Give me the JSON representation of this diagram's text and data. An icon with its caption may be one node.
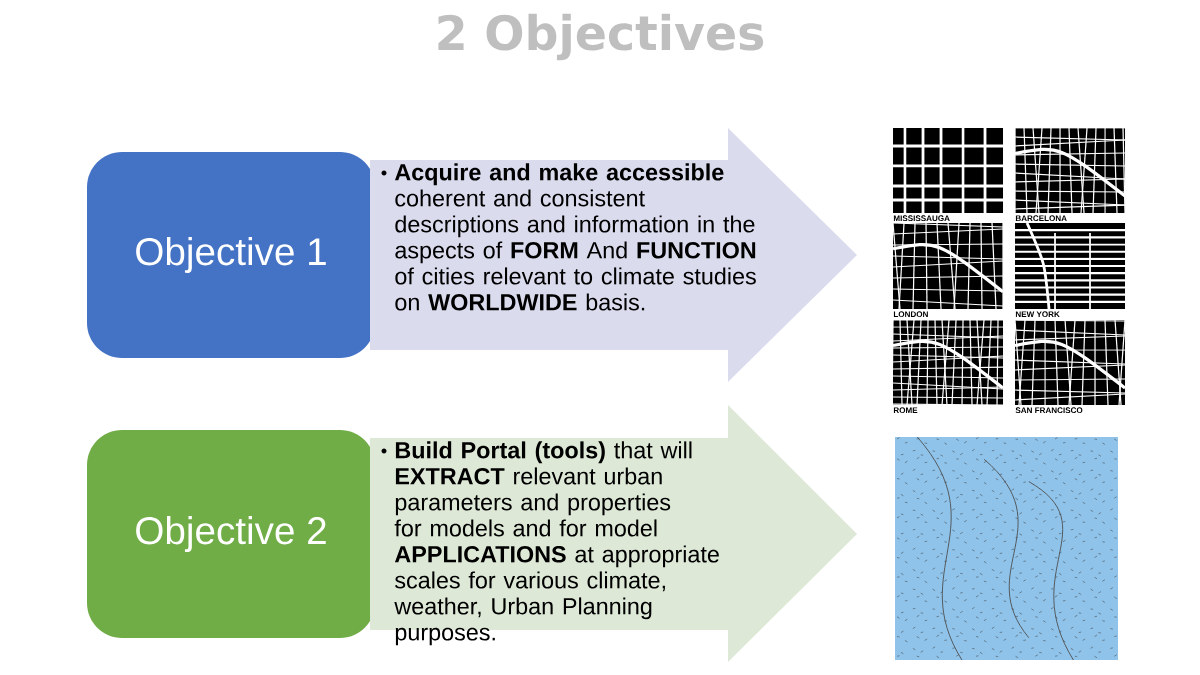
{
  "diagram": {
    "title": "2 Objectives",
    "nodes": [
      {
        "text": [
          "Objective 1"
        ]
      },
      {
        "text": [
          "**Acquire and make accessible** coherent and consistent descriptions and information in the aspects of **FORM** And **FUNCTION** of cities relevant to climate studies on **WORLDWIDE** basis."
        ]
      },
      {
        "text": [],
        "shape": "picture",
        "beside": [
          "MISSISSAUGA"
        ]
      },
      {
        "text": [],
        "shape": "picture",
        "beside": [
          "BARCELONA"
        ]
      },
      {
        "text": [],
        "shape": "picture",
        "beside": [
          "LONDON"
        ]
      },
      {
        "text": [],
        "shape": "picture",
        "beside": [
          "NEW YORK"
        ]
      },
      {
        "text": [],
        "shape": "picture",
        "beside": [
          "ROME"
        ]
      },
      {
        "text": [],
        "shape": "picture",
        "beside": [
          "SAN FRANCISCO"
        ]
      },
      {
        "text": [
          "Objective 2"
        ]
      },
      {
        "text": [
          "**Build Portal (tools)** that will **EXTRACT** relevant urban parameters and properties for models and for model **APPLICATIONS** at appropriate scales for various climate, weather, Urban Planning purposes."
        ]
      },
      {
        "text": [],
        "shape": "picture"
      }
    ]
  }
}
